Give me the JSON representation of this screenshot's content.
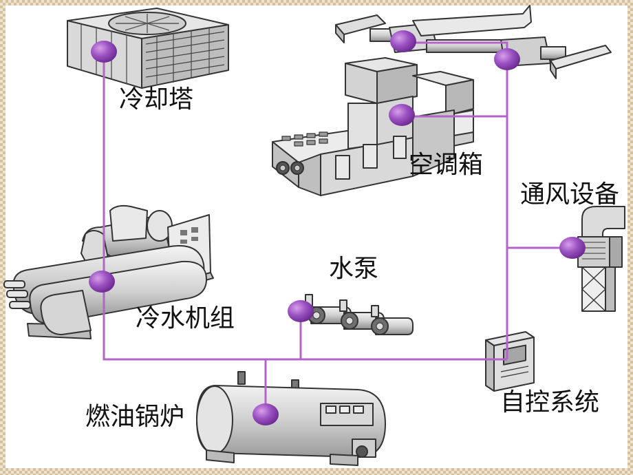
{
  "labels": {
    "cooling_tower": "冷却塔",
    "ahu": "空调箱",
    "ventilation": "通风设备",
    "chiller": "冷水机组",
    "pump": "水泵",
    "boiler": "燃油锅炉",
    "control_system": "自控系统"
  },
  "colors": {
    "line": "#b463c8",
    "node": "#8e45b4",
    "node_highlight": "#c98ae0",
    "equipment_fill": "#d9d9d9",
    "equipment_stroke": "#3a3a3a",
    "background": "#ffffff",
    "border_pattern": "#d9c7a7"
  }
}
